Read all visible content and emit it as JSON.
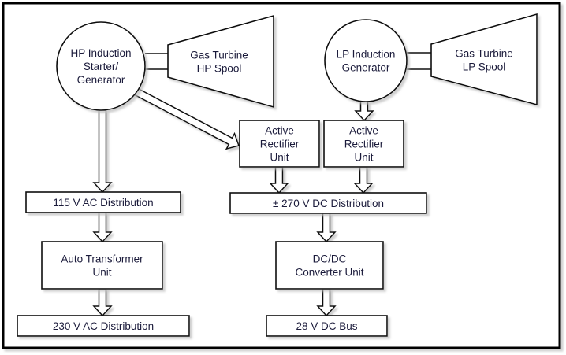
{
  "diagram": {
    "hp_generator": {
      "lines": [
        "HP Induction",
        "Starter/",
        "Generator"
      ]
    },
    "hp_turbine": {
      "lines": [
        "Gas Turbine",
        "HP Spool"
      ]
    },
    "lp_generator": {
      "lines": [
        "LP Induction",
        "Generator"
      ]
    },
    "lp_turbine": {
      "lines": [
        "Gas Turbine",
        "LP Spool"
      ]
    },
    "rectifier_1": {
      "lines": [
        "Active",
        "Rectifier",
        "Unit"
      ]
    },
    "rectifier_2": {
      "lines": [
        "Active",
        "Rectifier",
        "Unit"
      ]
    },
    "ac115": {
      "lines": [
        "115 V AC Distribution"
      ]
    },
    "dc270": {
      "lines": [
        "± 270 V DC Distribution"
      ]
    },
    "atu": {
      "lines": [
        "Auto Transformer",
        "Unit"
      ]
    },
    "dcdc": {
      "lines": [
        "DC/DC",
        "Converter Unit"
      ]
    },
    "ac230": {
      "lines": [
        "230 V AC Distribution"
      ]
    },
    "dc28": {
      "lines": [
        "28 V DC Bus"
      ]
    }
  }
}
